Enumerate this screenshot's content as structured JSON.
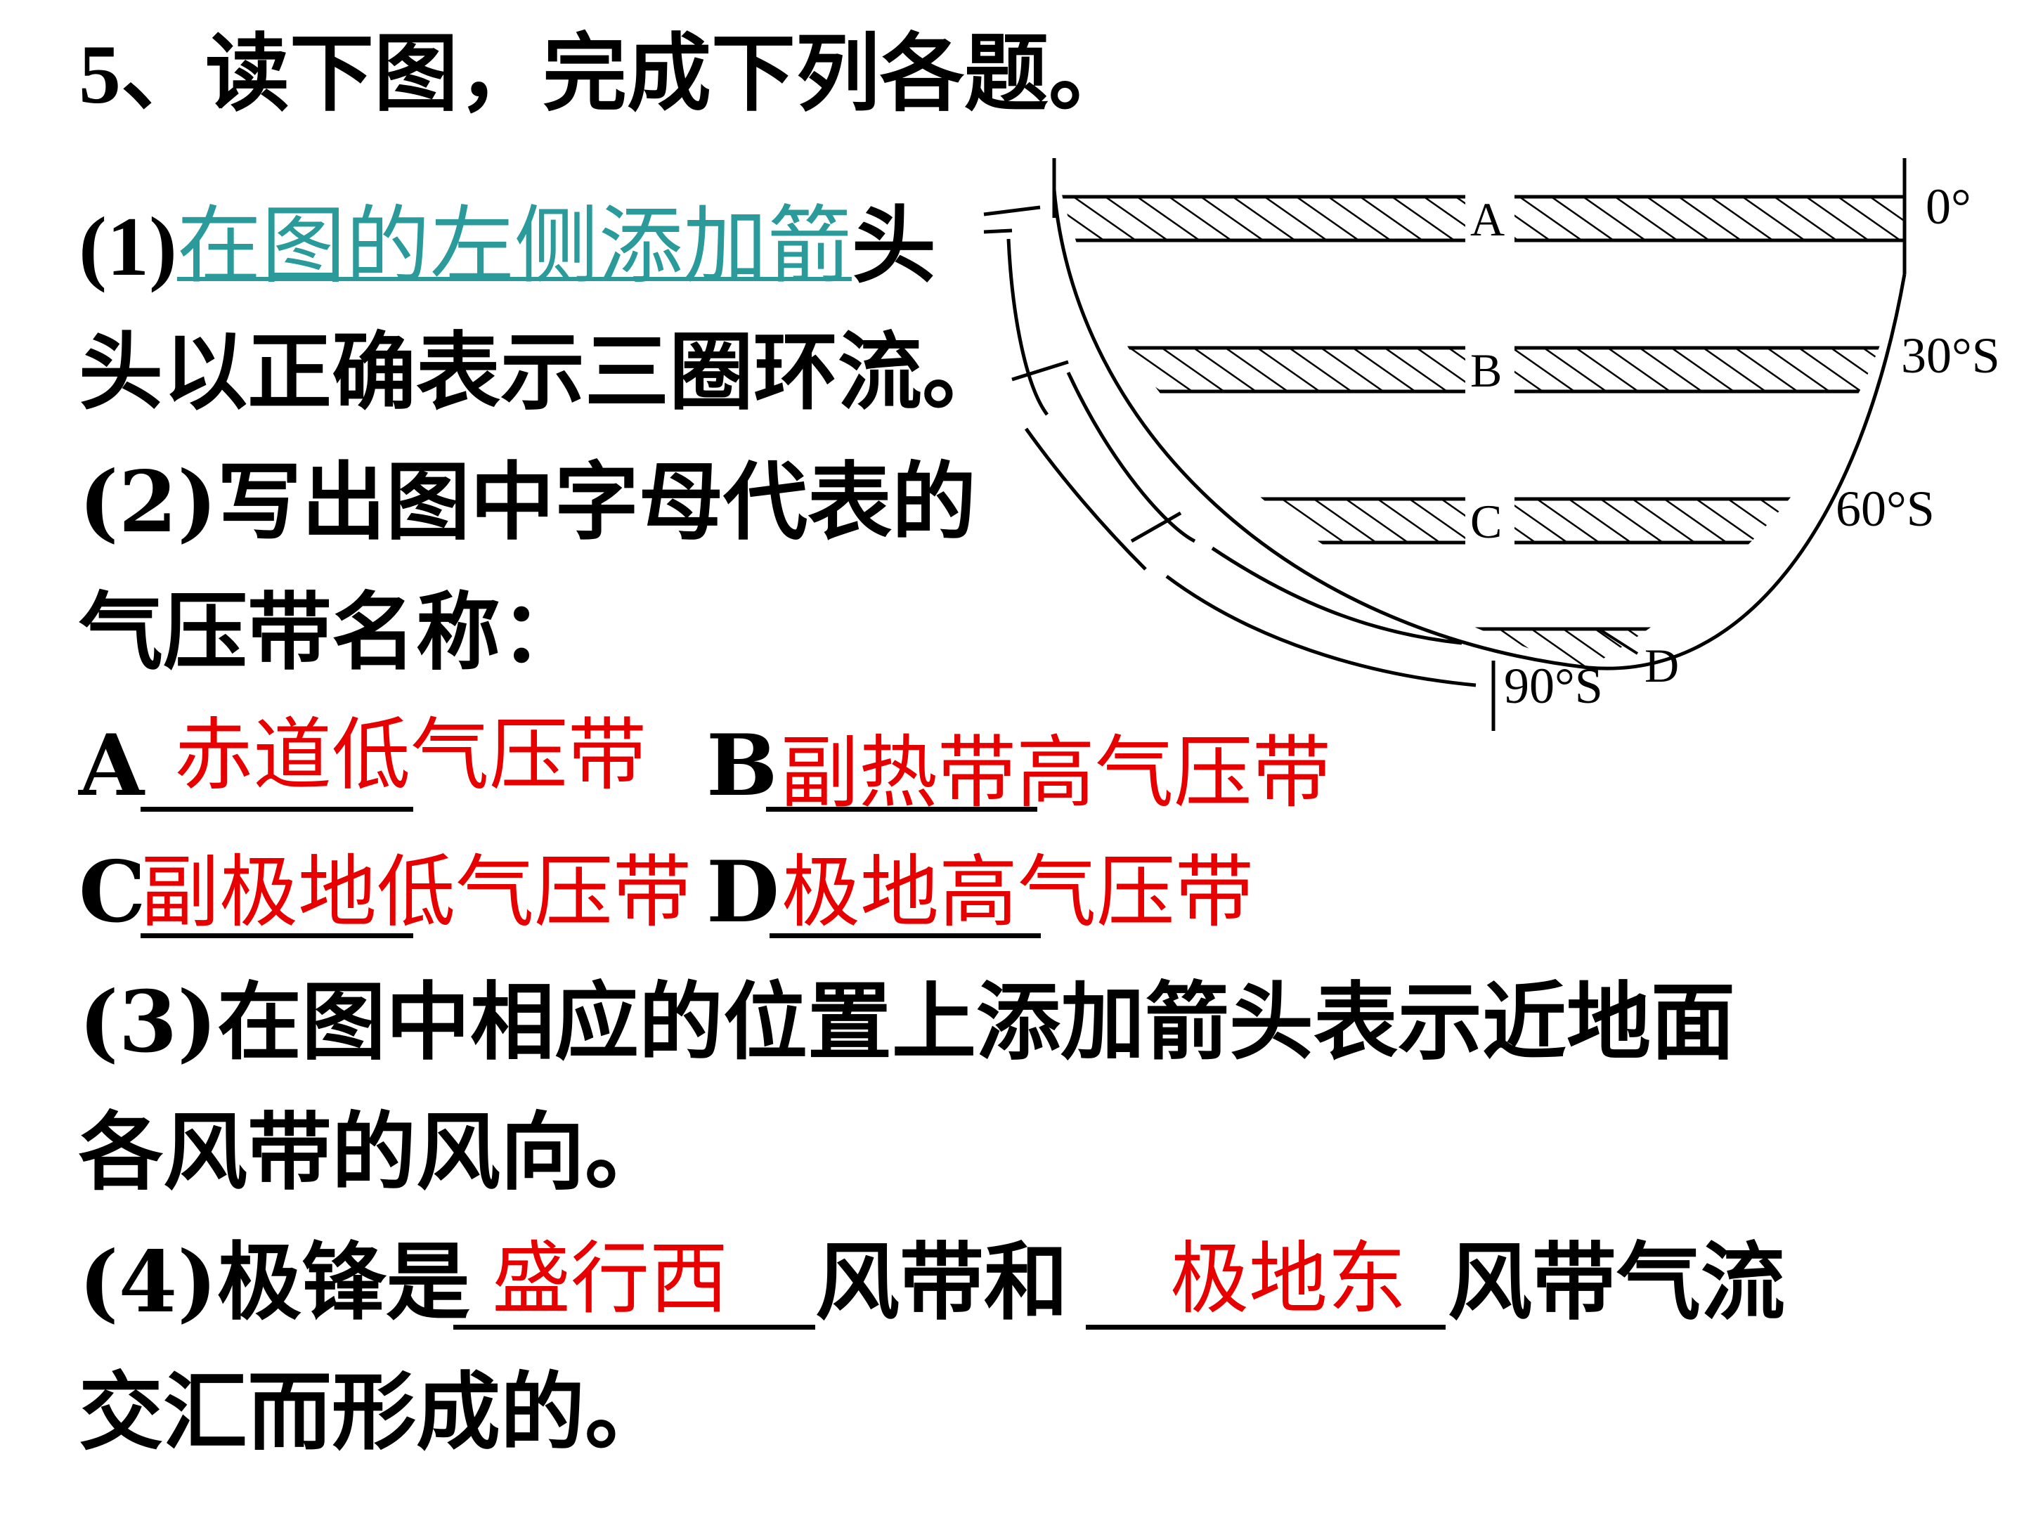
{
  "question": {
    "title": "5、读下图，完成下列各题。",
    "q1_prefix": "(1)",
    "q1_link": "在图的左侧添加箭",
    "q1_tail": "头",
    "q1_line2": "头以正确表示三圈环流。",
    "q2_line1": "(2)写出图中字母代表的",
    "q2_line2": "气压带名称：",
    "label_a": "A",
    "label_b": "B",
    "label_c": "C",
    "label_d": "D",
    "q3_line1": "(3)在图中相应的位置上添加箭头表示近地面",
    "q3_line2": "各风带的风向。",
    "q4_part1": "(4)极锋是",
    "q4_part2": "风带和",
    "q4_part3": "风带气流",
    "q4_line2": "交汇而形成的。"
  },
  "answers": {
    "a": "赤道低气压带",
    "b": "副热带高气压带",
    "c": "副极地低气压带",
    "d": "极地高气压带",
    "q4_blank1": "盛行西",
    "q4_blank2": "极地东",
    "color": "#e60000"
  },
  "diagram": {
    "belt_labels": [
      "A",
      "B",
      "C",
      "D"
    ],
    "latitude_labels": [
      "0°",
      "30°S",
      "60°S",
      "90°S"
    ]
  }
}
